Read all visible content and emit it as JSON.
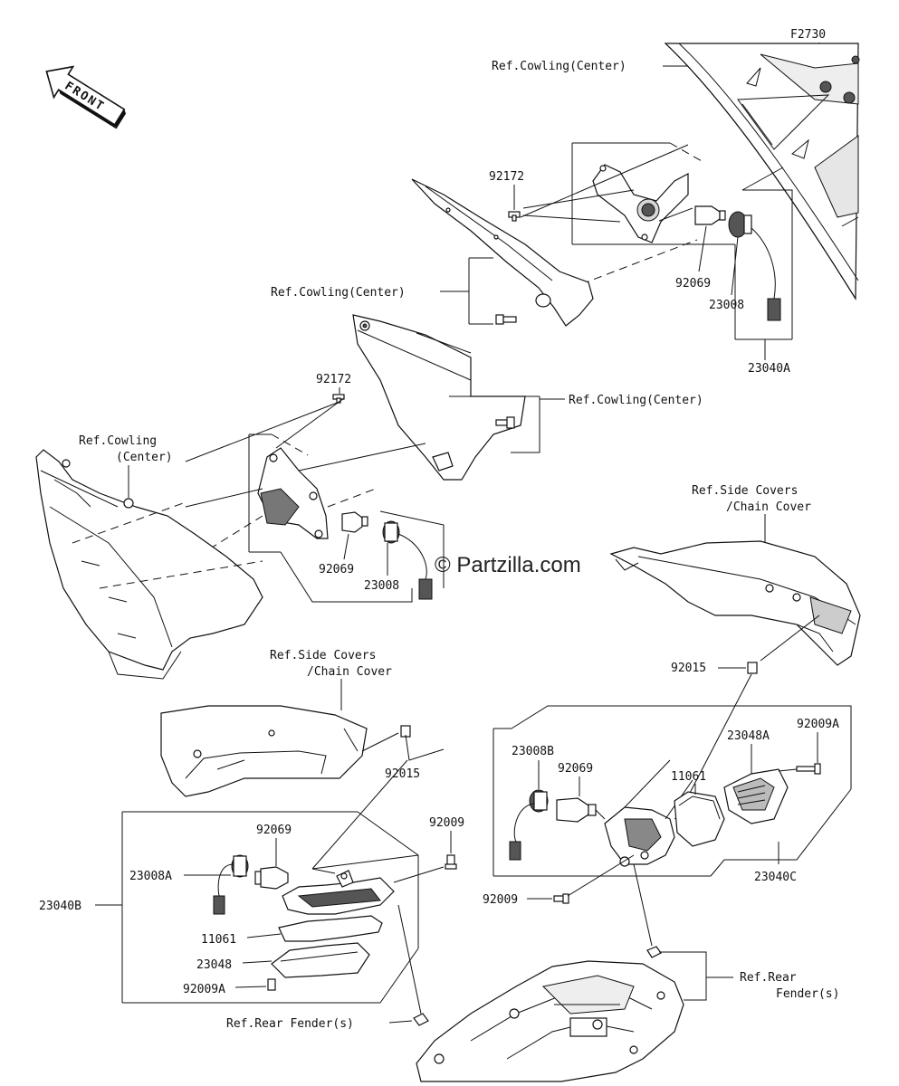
{
  "diagram_id": "F2730",
  "front_arrow": "FRONT",
  "watermark": "© Partzilla.com",
  "labels": {
    "ref_cowling_center_1": "Ref.Cowling(Center)",
    "ref_cowling_center_2": "Ref.Cowling(Center)",
    "ref_cowling_center_3": "Ref.Cowling(Center)",
    "ref_cowling_4_line1": "Ref.Cowling",
    "ref_cowling_4_line2": "(Center)",
    "ref_side_covers_1_line1": "Ref.Side Covers",
    "ref_side_covers_1_line2": "/Chain Cover",
    "ref_side_covers_2_line1": "Ref.Side Covers",
    "ref_side_covers_2_line2": "/Chain Cover",
    "ref_rear_fender_1": "Ref.Rear Fender(s)",
    "ref_rear_fender_2_line1": "Ref.Rear",
    "ref_rear_fender_2_line2": "Fender(s)",
    "p92172_top": "92172",
    "p92069_top": "92069",
    "p23008_top": "23008",
    "p23040A": "23040A",
    "p92172_mid": "92172",
    "p92069_mid": "92069",
    "p23008_mid": "23008",
    "p92015_right": "92015",
    "p92015_left": "92015",
    "p23008B": "23008B",
    "p92069_right": "92069",
    "p11061_right": "11061",
    "p23048A": "23048A",
    "p92009A_right": "92009A",
    "p23040C": "23040C",
    "p92009_right": "92009",
    "p92069_left": "92069",
    "p92009_left": "92009",
    "p23008A": "23008A",
    "p23040B": "23040B",
    "p11061_left": "11061",
    "p23048": "23048",
    "p92009A_left": "92009A"
  }
}
